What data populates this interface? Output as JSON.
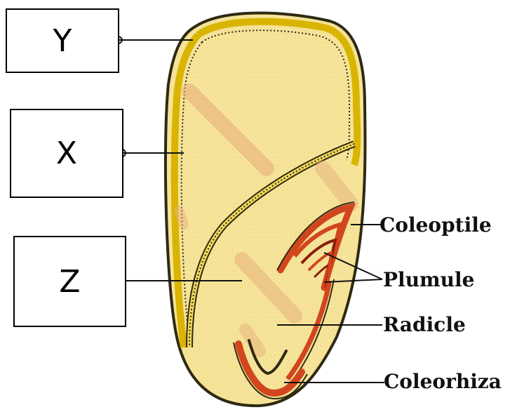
{
  "boxes": {
    "y": "Y",
    "x": "X",
    "z": "Z"
  },
  "labels": {
    "coleoptile": "Coleoptile",
    "plumule": "Plumule",
    "radicle": "Radicle",
    "coleorhiza": "Coleorhiza"
  },
  "colors": {
    "seed_fill": "#f6e49a",
    "seed_outline": "#d9b400",
    "dark_outline": "#2e2a12",
    "embryo_red": "#d2461e",
    "embryo_dark_red": "#8a1e0a",
    "streak": "#e8b27c"
  }
}
